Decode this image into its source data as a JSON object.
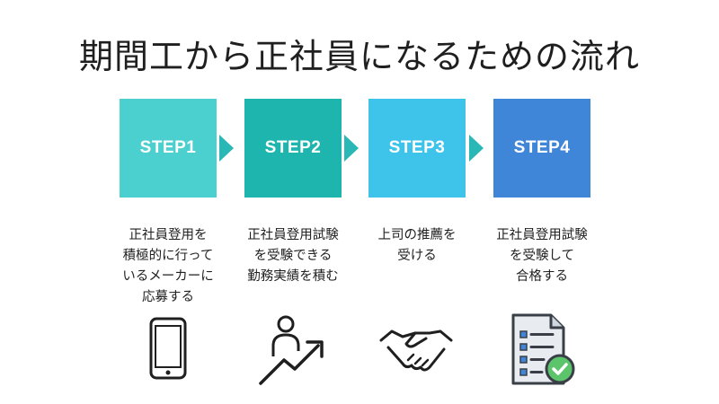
{
  "title": "期間工から正社員になるための流れ",
  "colors": {
    "step1": "#4ccfcf",
    "step2": "#1db5ad",
    "step3": "#3ec3eb",
    "step4": "#3f86d9",
    "arrow": "#2ab8b7"
  },
  "steps": [
    {
      "label": "STEP1",
      "desc": [
        "正社員登用を",
        "積極的に行って",
        "いるメーカーに",
        "応募する"
      ],
      "icon": "smartphone-icon"
    },
    {
      "label": "STEP2",
      "desc": [
        "正社員登用試験",
        "を受験できる",
        "勤務実績を積む"
      ],
      "icon": "person-climbing-arrow-icon"
    },
    {
      "label": "STEP3",
      "desc": [
        "上司の推薦を",
        "受ける"
      ],
      "icon": "handshake-icon"
    },
    {
      "label": "STEP4",
      "desc": [
        "正社員登用試験",
        "を受験して",
        "合格する"
      ],
      "icon": "checklist-document-icon"
    }
  ]
}
